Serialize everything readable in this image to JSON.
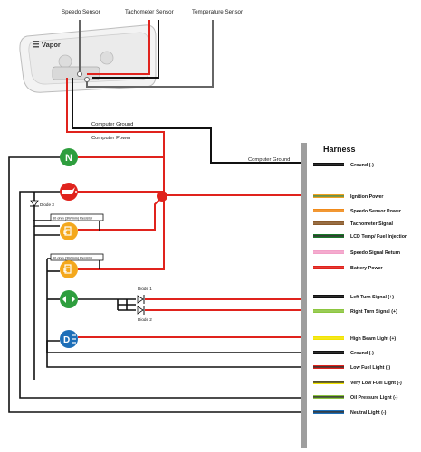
{
  "device": {
    "brand": "Vapor",
    "sensors": [
      "Speedo Sensor",
      "Tachometer Sensor",
      "Temperature Sensor"
    ]
  },
  "wire_labels": {
    "computer_ground": "Computer Ground",
    "computer_power": "Computer Power",
    "computer_ground_right": "Computer Ground"
  },
  "components": {
    "diode_3": "Diode 3",
    "diode_1": "Diode 1",
    "diode_2": "Diode 2",
    "resistor_1": "50 ohm (3W min) Resistor",
    "resistor_2": "50 ohm (3W min) Resistor"
  },
  "indicators": [
    {
      "glyph": "N",
      "color": "#2e9e3e",
      "name": "neutral"
    },
    {
      "glyph": "oil",
      "color": "#e0231d",
      "name": "oil-pressure"
    },
    {
      "glyph": "fuel",
      "color": "#f4a81d",
      "name": "low-fuel"
    },
    {
      "glyph": "fuel",
      "color": "#f4a81d",
      "name": "very-low-fuel"
    },
    {
      "glyph": "turn",
      "color": "#2e9e3e",
      "name": "turn-signal"
    },
    {
      "glyph": "beam",
      "color": "#1e6fb8",
      "name": "high-beam"
    }
  ],
  "harness": {
    "title": "Harness",
    "entries": [
      {
        "label": "Ground (-)",
        "stripes": [
          "#111111",
          "#111111",
          "#111111"
        ]
      },
      {
        "label": "Ignition Power",
        "stripes": [
          "#f0a020",
          "#2e7d32",
          "#f0a020"
        ]
      },
      {
        "label": "Speedo Sensor Power",
        "stripes": [
          "#f08a1a",
          "#f08a1a",
          "#f08a1a"
        ]
      },
      {
        "label": "Tachometer Signal",
        "stripes": [
          "#8b5a2b",
          "#8b5a2b",
          "#8b5a2b"
        ]
      },
      {
        "label": "LCD Temp/ Fuel Injection",
        "stripes": [
          "#1b7a2a",
          "#111111",
          "#1b7a2a"
        ]
      },
      {
        "label": "Speedo Signal Return",
        "stripes": [
          "#f2a0c8",
          "#f2a0c8",
          "#f2a0c8"
        ]
      },
      {
        "label": "Battery Power",
        "stripes": [
          "#e0231d",
          "#e0231d",
          "#e0231d"
        ]
      },
      {
        "label": "Left Turn Signal (+)",
        "stripes": [
          "#111111",
          "#111111",
          "#111111"
        ]
      },
      {
        "label": "Right Turn Signal (+)",
        "stripes": [
          "#8cc63f",
          "#8cc63f",
          "#8cc63f"
        ]
      },
      {
        "label": "High Beam Light (+)",
        "stripes": [
          "#f2e400",
          "#f2e400",
          "#f2e400"
        ]
      },
      {
        "label": "Ground (-)",
        "stripes": [
          "#111111",
          "#111111",
          "#111111"
        ]
      },
      {
        "label": "Low Fuel Light (-)",
        "stripes": [
          "#e0231d",
          "#111111",
          "#e0231d"
        ]
      },
      {
        "label": "Very Low Fuel Light (-)",
        "stripes": [
          "#f2e400",
          "#111111",
          "#f2e400"
        ]
      },
      {
        "label": "Oil Pressure Light (-)",
        "stripes": [
          "#8cc63f",
          "#111111",
          "#8cc63f"
        ]
      },
      {
        "label": "Neutral Light (-)",
        "stripes": [
          "#1e6fb8",
          "#111111",
          "#1e6fb8"
        ]
      }
    ]
  },
  "colors": {
    "red": "#e0231d",
    "black": "#111111",
    "gray": "#555555"
  }
}
